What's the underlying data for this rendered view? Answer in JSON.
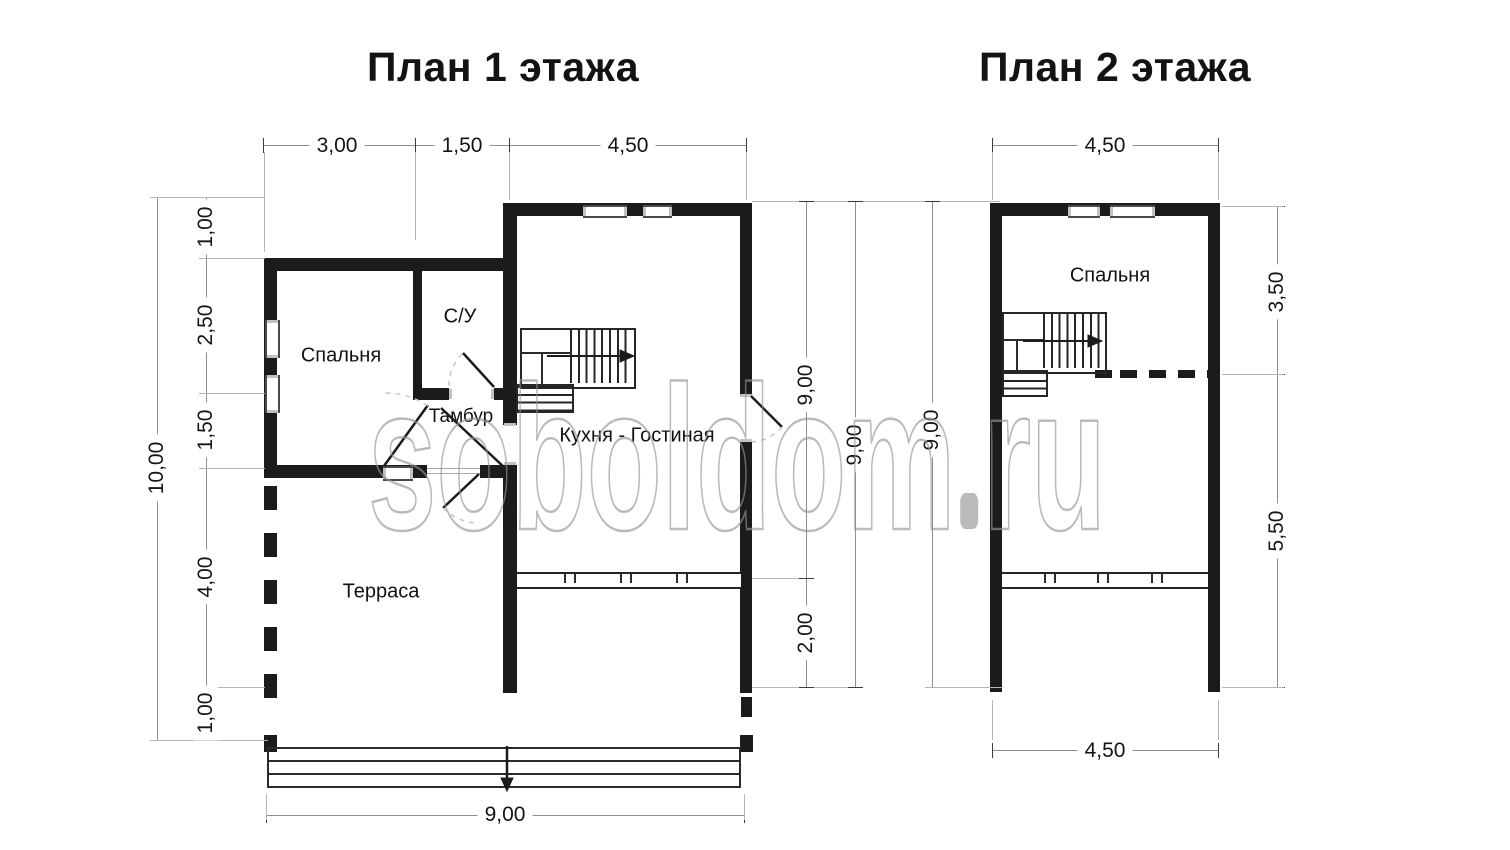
{
  "watermark": {
    "text_before_dot": "soboldom",
    "text_after_dot": "ru"
  },
  "plan1": {
    "title": "План 1 этажа",
    "rooms": {
      "bedroom": "Спальня",
      "bathroom": "С/У",
      "vestibule": "Тамбур",
      "kitchen_living": "Кухня - Гостиная",
      "terrace": "Терраса"
    },
    "dims": {
      "top": [
        "3,00",
        "1,50",
        "4,50"
      ],
      "left_overall": "10,00",
      "left": [
        "1,00",
        "2,50",
        "1,50",
        "4,00",
        "1,00"
      ],
      "right_depth": "9,00",
      "right_porch": "2,00",
      "right_overall": "9,00",
      "bottom": "9,00"
    }
  },
  "plan2": {
    "title": "План 2 этажа",
    "rooms": {
      "bedroom": "Спальня"
    },
    "dims": {
      "top": "4,50",
      "left_overall": "9,00",
      "right_upper": "3,50",
      "right_lower": "5,50",
      "bottom": "4,50"
    }
  }
}
